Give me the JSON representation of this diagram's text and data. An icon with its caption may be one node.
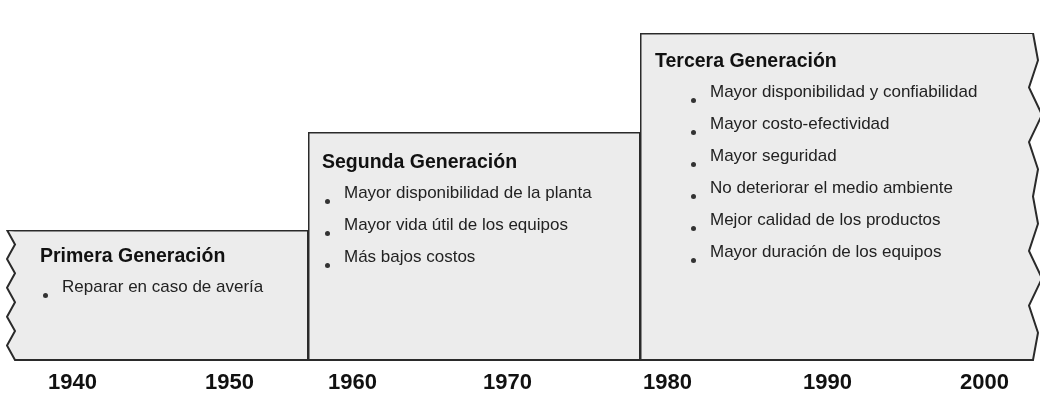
{
  "diagram": {
    "nodes": [
      {
        "text": [
          "Primera Generación",
          "Reparar en caso de avería"
        ]
      },
      {
        "text": [
          "Segunda Generación",
          "Mayor disponibilidad de la planta",
          "Mayor vida útil de los equipos",
          "Más bajos costos"
        ]
      },
      {
        "text": [
          "Tercera Generación",
          "Mayor disponibilidad y confiabilidad",
          "Mayor costo-efectividad",
          "Mayor seguridad",
          "No deteriorar el medio ambiente",
          "Mejor calidad de los productos",
          "Mayor duración de los equipos"
        ]
      }
    ],
    "labels": [
      "1940",
      "1950",
      "1960",
      "1970",
      "1980",
      "1990",
      "2000"
    ]
  }
}
